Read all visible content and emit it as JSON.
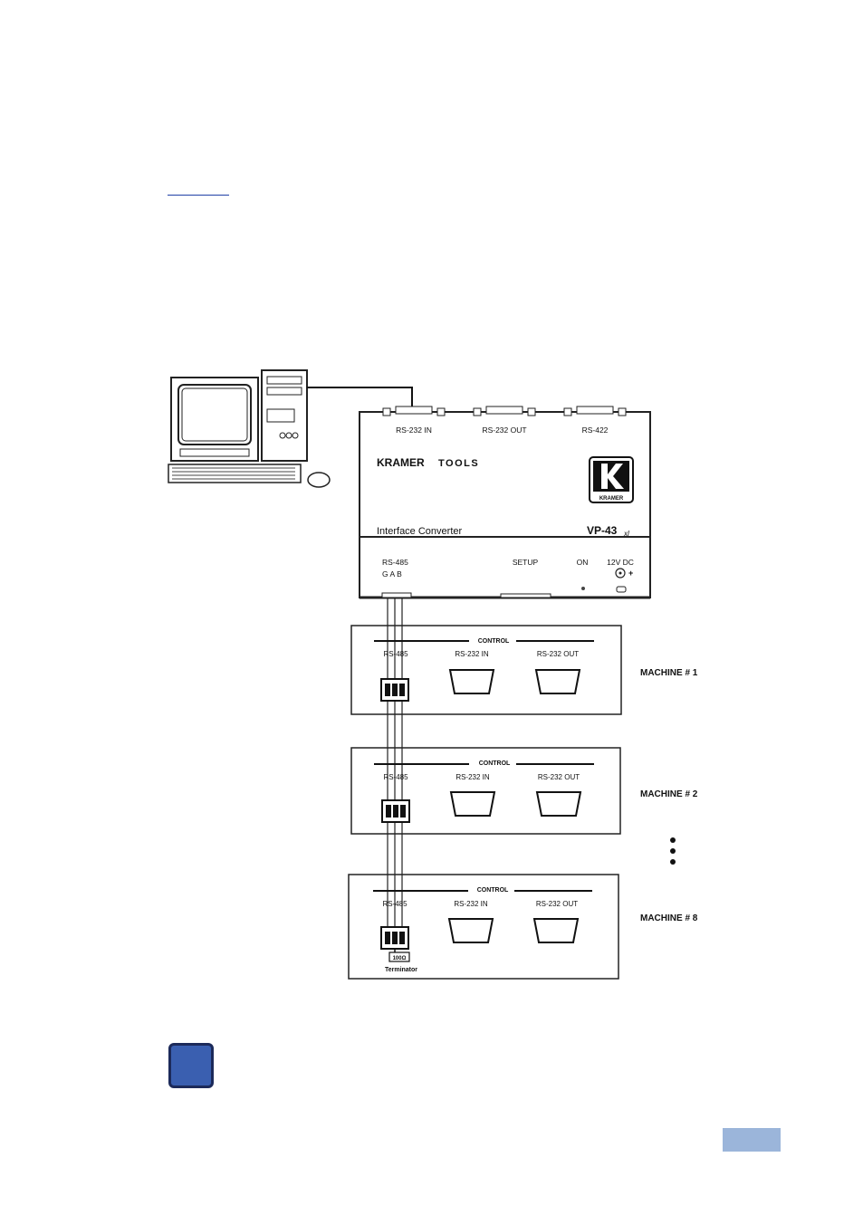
{
  "converter": {
    "ports_top": [
      "RS-232 IN",
      "RS-232 OUT",
      "RS-422"
    ],
    "brand": "KRAMER",
    "brand_suffix": "TOOLS",
    "logo_text": "KRAMER",
    "product_desc": "Interface Converter",
    "model": "VP-43",
    "model_suffix": "xl",
    "bottom_labels": {
      "rs485": "RS-485",
      "gab": "G  A  B",
      "setup": "SETUP",
      "on": "ON",
      "dc": "12V DC"
    }
  },
  "machines": [
    {
      "label": "MACHINE # 1",
      "control": "CONTROL",
      "rs485": "RS-485",
      "rs232_in": "RS-232 IN",
      "rs232_out": "RS-232 OUT"
    },
    {
      "label": "MACHINE # 2",
      "control": "CONTROL",
      "rs485": "RS-485",
      "rs232_in": "RS-232 IN",
      "rs232_out": "RS-232 OUT"
    },
    {
      "label": "MACHINE # 8",
      "control": "CONTROL",
      "rs485": "RS-485",
      "rs232_in": "RS-232 IN",
      "rs232_out": "RS-232 OUT"
    }
  ],
  "terminator": {
    "value": "100Ω",
    "label": "Terminator"
  },
  "icons": {
    "computer": "computer-icon",
    "note": "note-icon"
  },
  "colors": {
    "note_icon_fill": "#3a5fb0",
    "page_tab": "#9bb5da",
    "link": "#1f3fa6"
  }
}
